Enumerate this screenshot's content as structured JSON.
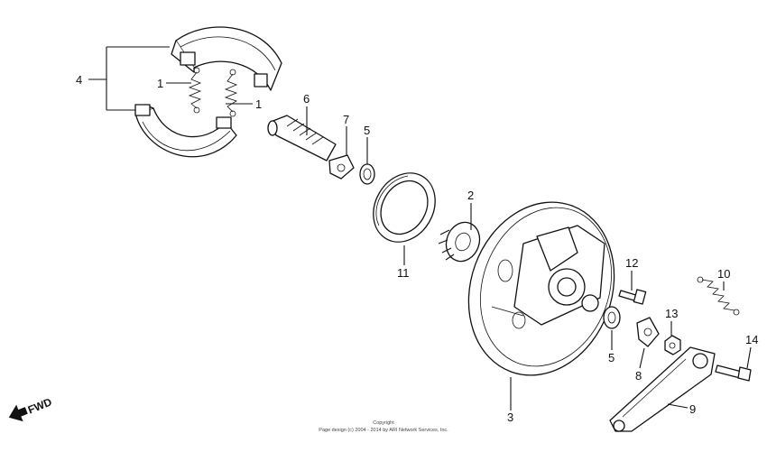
{
  "callouts": {
    "p1a": "1",
    "p1b": "1",
    "p2": "2",
    "p3": "3",
    "p4": "4",
    "p5a": "5",
    "p5b": "5",
    "p6": "6",
    "p7": "7",
    "p8": "8",
    "p9": "9",
    "p10": "10",
    "p11": "11",
    "p12": "12",
    "p13": "13",
    "p14": "14"
  },
  "fwd_label": "FWD",
  "copyright": {
    "line1": "Copyright",
    "line2": "Page design (c) 2004 - 2014 by ARI Network Services, Inc."
  }
}
